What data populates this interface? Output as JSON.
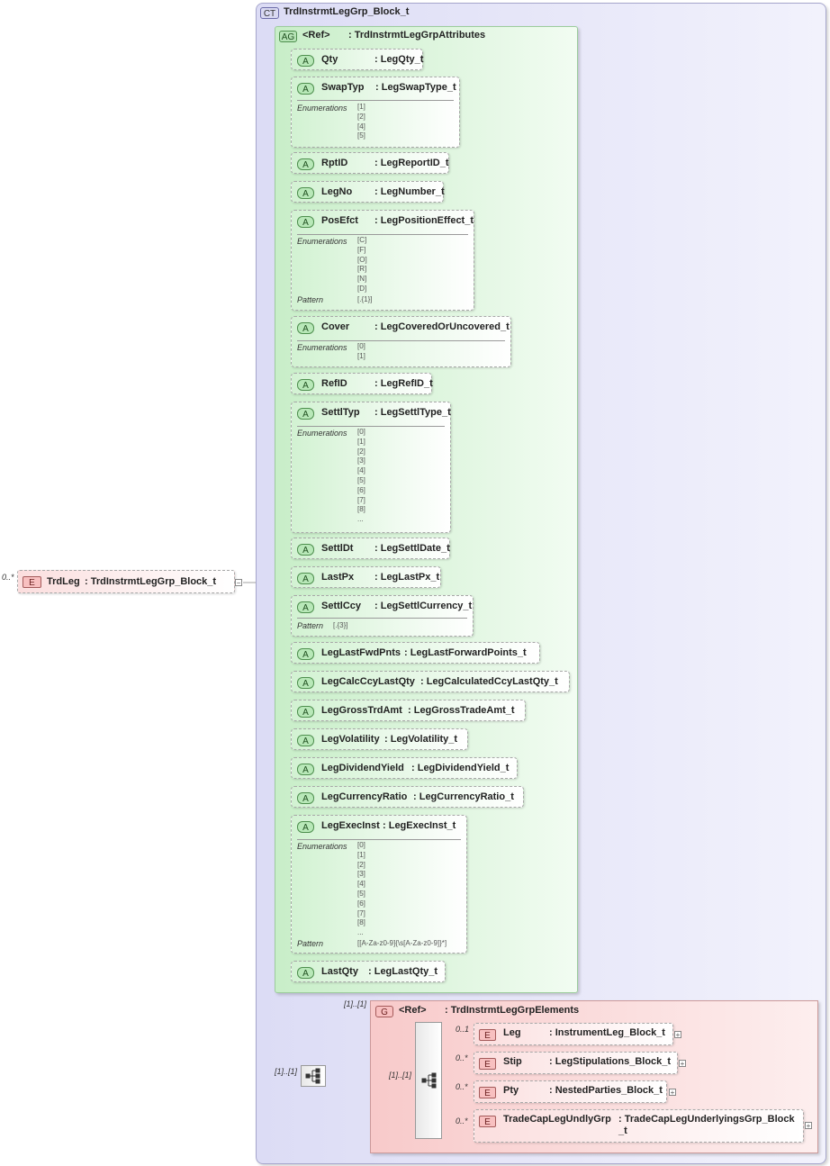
{
  "complex_type": {
    "badge": "CT",
    "name": "TrdInstrmtLegGrp_Block_t"
  },
  "root_element": {
    "badge": "E",
    "name": "TrdLeg",
    "type": ": TrdInstrmtLegGrp_Block_t",
    "multiplicity": "0..*"
  },
  "attribute_group": {
    "badge": "AG",
    "ref": "<Ref>",
    "name": ": TrdInstrmtLegGrpAttributes"
  },
  "facet_labels": {
    "enumerations": "Enumerations",
    "pattern": "Pattern"
  },
  "attributes": [
    {
      "badge": "A",
      "name": "Qty",
      "type": ": LegQty_t"
    },
    {
      "badge": "A",
      "name": "SwapTyp",
      "type": ": LegSwapType_t",
      "enumerations": "[1]\n[2]\n[4]\n[5]"
    },
    {
      "badge": "A",
      "name": "RptID",
      "type": ": LegReportID_t"
    },
    {
      "badge": "A",
      "name": "LegNo",
      "type": ": LegNumber_t"
    },
    {
      "badge": "A",
      "name": "PosEfct",
      "type": ": LegPositionEffect_t",
      "enumerations": "[C]\n[F]\n[O]\n[R]\n[N]\n[D]",
      "pattern": "[.{1}]"
    },
    {
      "badge": "A",
      "name": "Cover",
      "type": ": LegCoveredOrUncovered_t",
      "enumerations": "[0]\n[1]"
    },
    {
      "badge": "A",
      "name": "RefID",
      "type": ": LegRefID_t"
    },
    {
      "badge": "A",
      "name": "SettlTyp",
      "type": ": LegSettlType_t",
      "enumerations": "[0]\n[1]\n[2]\n[3]\n[4]\n[5]\n[6]\n[7]\n[8]\n..."
    },
    {
      "badge": "A",
      "name": "SettlDt",
      "type": ": LegSettlDate_t"
    },
    {
      "badge": "A",
      "name": "LastPx",
      "type": ": LegLastPx_t"
    },
    {
      "badge": "A",
      "name": "SettlCcy",
      "type": ": LegSettlCurrency_t",
      "pattern": "[.{3}]"
    },
    {
      "badge": "A",
      "name": "LegLastFwdPnts",
      "type": ": LegLastForwardPoints_t"
    },
    {
      "badge": "A",
      "name": "LegCalcCcyLastQty",
      "type": ": LegCalculatedCcyLastQty_t"
    },
    {
      "badge": "A",
      "name": "LegGrossTrdAmt",
      "type": ": LegGrossTradeAmt_t"
    },
    {
      "badge": "A",
      "name": "LegVolatility",
      "type": ": LegVolatility_t"
    },
    {
      "badge": "A",
      "name": "LegDividendYield",
      "type": ": LegDividendYield_t"
    },
    {
      "badge": "A",
      "name": "LegCurrencyRatio",
      "type": ": LegCurrencyRatio_t"
    },
    {
      "badge": "A",
      "name": "LegExecInst",
      "type": ": LegExecInst_t",
      "enumerations": "[0]\n[1]\n[2]\n[3]\n[4]\n[5]\n[6]\n[7]\n[8]\n...",
      "pattern": "[[A-Za-z0-9]{\\s[A-Za-z0-9]}*]"
    },
    {
      "badge": "A",
      "name": "LastQty",
      "type": ": LegLastQty_t"
    }
  ],
  "sequence": {
    "multiplicity": "[1]..[1]"
  },
  "element_group": {
    "badge": "G",
    "ref": "<Ref>",
    "name": ": TrdInstrmtLegGrpElements",
    "multiplicity": "[1]..[1]",
    "sequence_multiplicity": "[1]..[1]",
    "elements": [
      {
        "badge": "E",
        "name": "Leg",
        "type": ": InstrumentLeg_Block_t",
        "multiplicity": "0..1"
      },
      {
        "badge": "E",
        "name": "Stip",
        "type": ": LegStipulations_Block_t",
        "multiplicity": "0..*"
      },
      {
        "badge": "E",
        "name": "Pty",
        "type": ": NestedParties_Block_t",
        "multiplicity": "0..*"
      },
      {
        "badge": "E",
        "name": "TradeCapLegUndlyGrp",
        "type": ": TradeCapLegUnderlyingsGrp_Block\n_t",
        "multiplicity": "0..*"
      }
    ]
  },
  "expand_glyph": "+",
  "collapse_glyph": "−",
  "colors": {
    "complex_type_bg": "#dcdcf5",
    "attribute_group_bg": "#d2f2d2",
    "element_bg": "#fbdede",
    "line": "#a0a0a0"
  }
}
